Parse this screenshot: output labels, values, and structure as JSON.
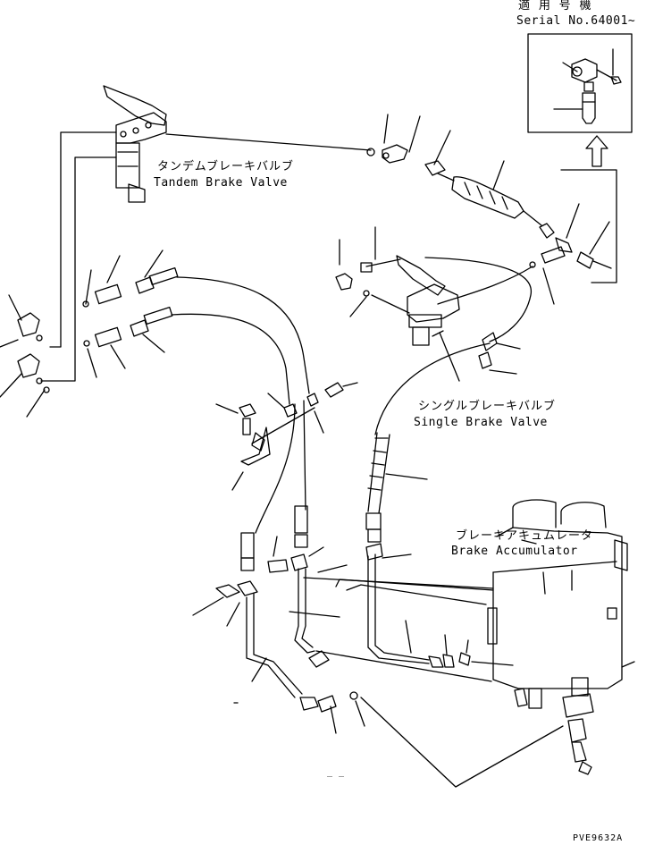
{
  "labels": {
    "serial_jp": "適 用 号 機",
    "serial_en": "Serial No.64001~",
    "tandem_jp": "タンデムブレーキバルブ",
    "tandem_en": "Tandem Brake Valve",
    "single_jp": "シングルブレーキバルブ",
    "single_en": "Single Brake Valve",
    "accumulator_jp": "ブレーキアキュムレータ",
    "accumulator_en": "Brake Accumulator",
    "figure_code": "PVE9632A",
    "stray_mark": "_  _"
  }
}
